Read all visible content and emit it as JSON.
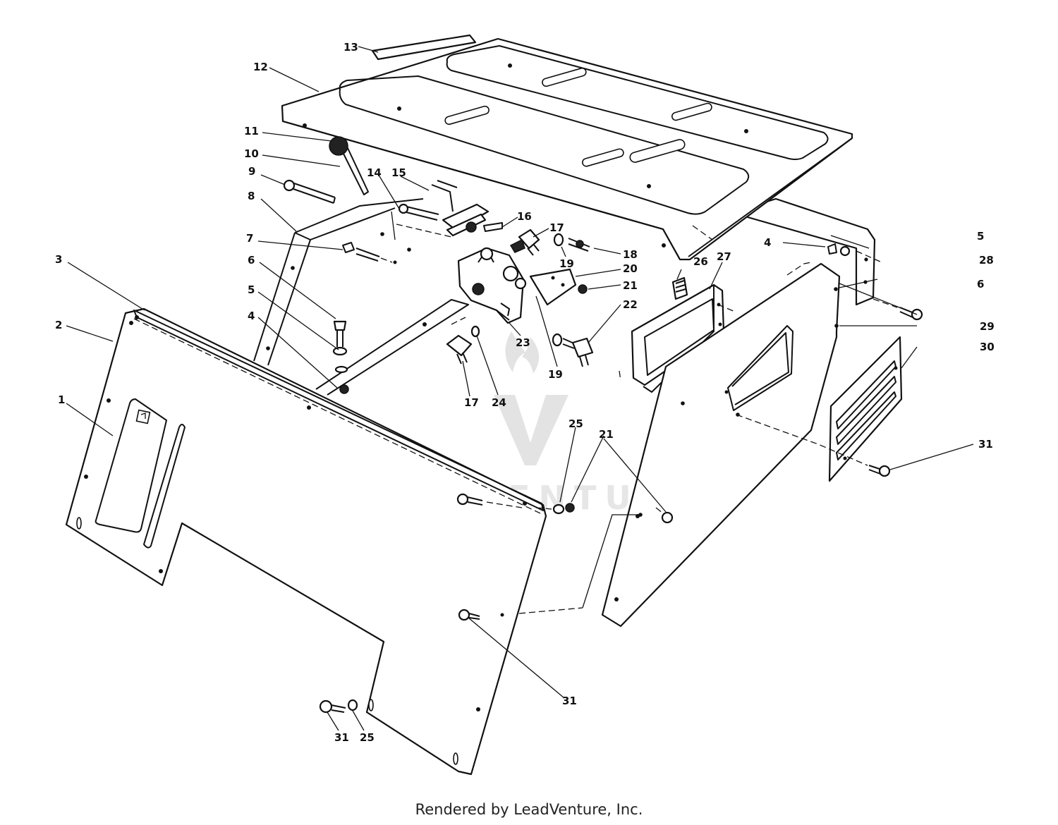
{
  "watermark": {
    "text": "LEADVENTURE"
  },
  "footer": {
    "credit": "Rendered by LeadVenture, Inc."
  },
  "callouts": [
    {
      "id": "c1",
      "label": "1"
    },
    {
      "id": "c2",
      "label": "2"
    },
    {
      "id": "c3",
      "label": "3"
    },
    {
      "id": "c4a",
      "label": "4"
    },
    {
      "id": "c4b",
      "label": "4"
    },
    {
      "id": "c5a",
      "label": "5"
    },
    {
      "id": "c5b",
      "label": "5"
    },
    {
      "id": "c6a",
      "label": "6"
    },
    {
      "id": "c6b",
      "label": "6"
    },
    {
      "id": "c7",
      "label": "7"
    },
    {
      "id": "c8",
      "label": "8"
    },
    {
      "id": "c9",
      "label": "9"
    },
    {
      "id": "c10",
      "label": "10"
    },
    {
      "id": "c11",
      "label": "11"
    },
    {
      "id": "c12",
      "label": "12"
    },
    {
      "id": "c13",
      "label": "13"
    },
    {
      "id": "c14",
      "label": "14"
    },
    {
      "id": "c15",
      "label": "15"
    },
    {
      "id": "c16",
      "label": "16"
    },
    {
      "id": "c17a",
      "label": "17"
    },
    {
      "id": "c17b",
      "label": "17"
    },
    {
      "id": "c18",
      "label": "18"
    },
    {
      "id": "c19a",
      "label": "19"
    },
    {
      "id": "c19b",
      "label": "19"
    },
    {
      "id": "c20",
      "label": "20"
    },
    {
      "id": "c21a",
      "label": "21"
    },
    {
      "id": "c21b",
      "label": "21"
    },
    {
      "id": "c22",
      "label": "22"
    },
    {
      "id": "c23",
      "label": "23"
    },
    {
      "id": "c24",
      "label": "24"
    },
    {
      "id": "c25a",
      "label": "25"
    },
    {
      "id": "c25b",
      "label": "25"
    },
    {
      "id": "c26",
      "label": "26"
    },
    {
      "id": "c27",
      "label": "27"
    },
    {
      "id": "c28",
      "label": "28"
    },
    {
      "id": "c29",
      "label": "29"
    },
    {
      "id": "c30",
      "label": "30"
    },
    {
      "id": "c31a",
      "label": "31"
    },
    {
      "id": "c31b",
      "label": "31"
    },
    {
      "id": "c31c",
      "label": "31"
    }
  ]
}
